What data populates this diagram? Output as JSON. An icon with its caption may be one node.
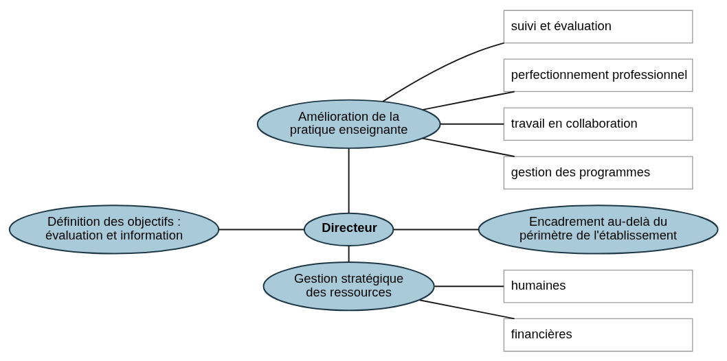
{
  "diagram": {
    "nodes": [
      {
        "text": [
          "Directeur"
        ]
      },
      {
        "text": [
          "Amélioration de la pratique enseignante"
        ]
      },
      {
        "text": [
          "gestion des programmes"
        ]
      },
      {
        "text": [
          "suivi et évaluation"
        ]
      },
      {
        "text": [
          "perfectionnement professionnel"
        ]
      },
      {
        "text": [
          "travail en collaboration"
        ]
      },
      {
        "text": [
          "Définition des objectifs : évaluation et information"
        ]
      },
      {
        "text": [
          "Encadrement au-delà du périmètre de l'établissement"
        ]
      },
      {
        "text": [
          "Gestion stratégique des ressources"
        ]
      },
      {
        "text": [
          "financières"
        ]
      },
      {
        "text": [
          "humaines"
        ]
      }
    ],
    "edges": [
      {
        "from": 1,
        "to": 0,
        "arrow": "none"
      },
      {
        "from": 1,
        "to": 2,
        "arrow": "none"
      },
      {
        "from": 1,
        "to": 3,
        "arrow": "none"
      },
      {
        "from": 1,
        "to": 4,
        "arrow": "none"
      },
      {
        "from": 1,
        "to": 5,
        "arrow": "none"
      },
      {
        "from": 6,
        "to": 0,
        "arrow": "none"
      },
      {
        "from": 0,
        "to": 7,
        "arrow": "none"
      },
      {
        "from": 0,
        "to": 8,
        "arrow": "none"
      },
      {
        "from": 8,
        "to": 9,
        "arrow": "none"
      },
      {
        "from": 8,
        "to": 10,
        "arrow": "none"
      }
    ]
  }
}
